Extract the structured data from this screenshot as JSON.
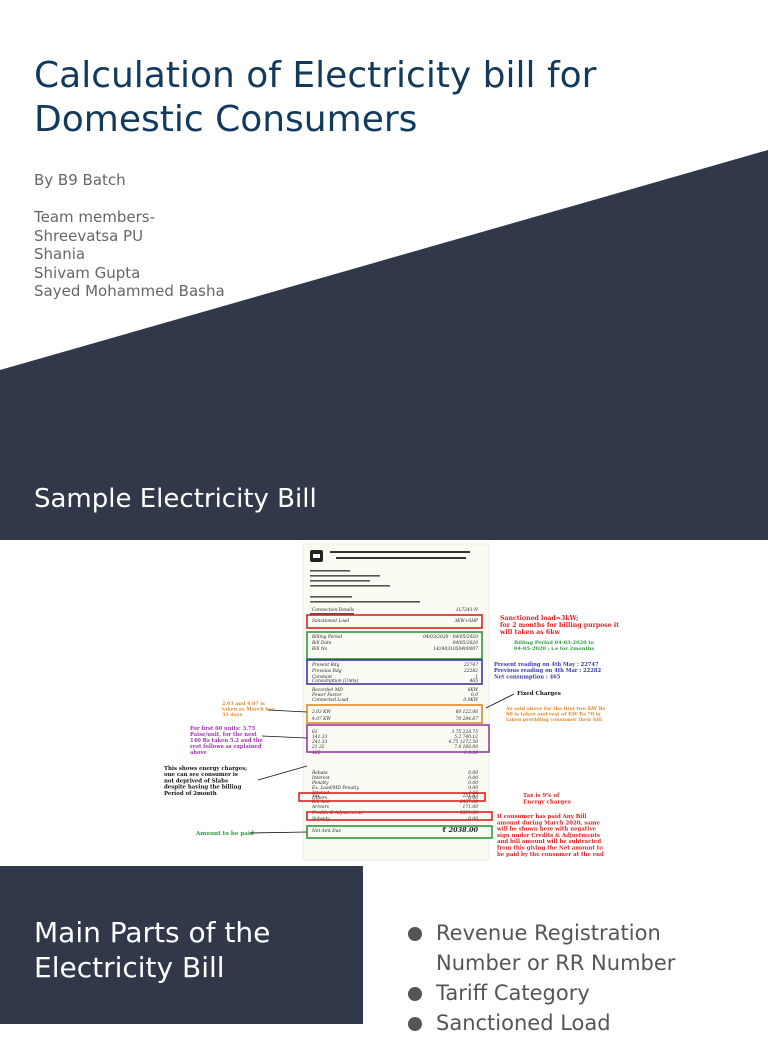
{
  "slide1": {
    "title": "Calculation of Electricity bill for Domestic Consumers",
    "byline": "By B9 Batch",
    "team_heading": "Team members-",
    "team_members": [
      "Shreevatsa PU",
      "Shania",
      "Shivam Gupta",
      "Sayed Mohammed Basha"
    ]
  },
  "slide2": {
    "title": "Sample Electricity Bill",
    "annotations": {
      "sanctioned": "Sanctioned load=3kW; for 2 months for billing purpose it will taken as 6kw",
      "billing_period": "Billing Period 04-03-2020 to 04-05-2020 ; i.e for 2months",
      "readings": "Present reading on 4th May : 22747\nPrevious reading on 4th Mar : 22282\nNet consumption : 465",
      "fixed_charges_label": "Fixed Charges",
      "fixed_charges_note": "As said above for the first two KW Rs 60 is taken and rest of KW Rs 70 is taken providing consumer their bill",
      "left_top": "2.03 and 4.07 is taken as March has 31 days",
      "first_60": "For first 60 units: 3.75 Paise/unit, for the next 140 Rs taken 5.2 and the rest follows as explained above",
      "energy": "This shows energy charges; one can see consumer is not deprived of Slabs despite having the billing Period of 2month",
      "tax": "Tax is 9% of Energy charges",
      "paid": "If consumer has paid Any Bill amount during March 2020, same will be shown here with negative sign under Credits & Adjustments and bill amount will be subtracted from this giving the Net amount to be paid by the consumer at the end",
      "amount_label": "Amount to be paid"
    },
    "bill_lines": [
      {
        "label": "Connection Details",
        "value": "1L7241-N"
      },
      {
        "label": "Sanctioned Load",
        "value": "3KW+0HP"
      },
      {
        "label": "Billing Period",
        "value": "04/03/2020 - 04/05/2020"
      },
      {
        "label": "Bill Date",
        "value": "04/05/2020"
      },
      {
        "label": "Bill No",
        "value": "1424031050400007"
      },
      {
        "label": "Present Rdg",
        "value": "22747"
      },
      {
        "label": "Previous Rdg",
        "value": "22282"
      },
      {
        "label": "Constant",
        "value": "1"
      },
      {
        "label": "Consumption (Units)",
        "value": "465"
      },
      {
        "label": "Recorded MD",
        "value": "0KW"
      },
      {
        "label": "Power Factor",
        "value": "0.0"
      },
      {
        "label": "Connected Load",
        "value": "0.0KW"
      },
      {
        "label": "2.03 KW",
        "value": "60  122.00"
      },
      {
        "label": "4.07 KW",
        "value": "70  284.67"
      },
      {
        "label": "61",
        "value": "3.75  228.75"
      },
      {
        "label": "141.33",
        "value": "5.2  740.12"
      },
      {
        "label": "241.33",
        "value": "6.75  1172.50"
      },
      {
        "label": "21.32",
        "value": "7.8  166.00"
      },
      {
        "label": "465",
        "value": "0  0.00"
      },
      {
        "label": "Rebate",
        "value": "0.00"
      },
      {
        "label": "Interest",
        "value": "0.00"
      },
      {
        "label": "Penalty",
        "value": "0.00"
      },
      {
        "label": "Ex. Load/MD Penalty",
        "value": "0.00"
      },
      {
        "label": "Interest",
        "value": "3.16"
      },
      {
        "label": "Others",
        "value": "0.00"
      },
      {
        "label": "Tax",
        "value": "251.67"
      },
      {
        "label": "Bill Amt",
        "value": "2457.88"
      },
      {
        "label": "Arrears",
        "value": "171.00"
      },
      {
        "label": "Credits & Adjustments",
        "value": "1591.00"
      },
      {
        "label": "Subsidy",
        "value": "0.00"
      },
      {
        "label": "Net Amt Due",
        "value": "₹ 2038.00"
      }
    ]
  },
  "slide3": {
    "title": "Main Parts of the Electricity Bill",
    "bullets": [
      "Revenue Registration",
      "Number or RR Number",
      "Tariff Category",
      "Sanctioned Load"
    ]
  },
  "colors": {
    "dark": "#303849",
    "title_blue": "#123a5c",
    "gray_text": "#666666"
  }
}
